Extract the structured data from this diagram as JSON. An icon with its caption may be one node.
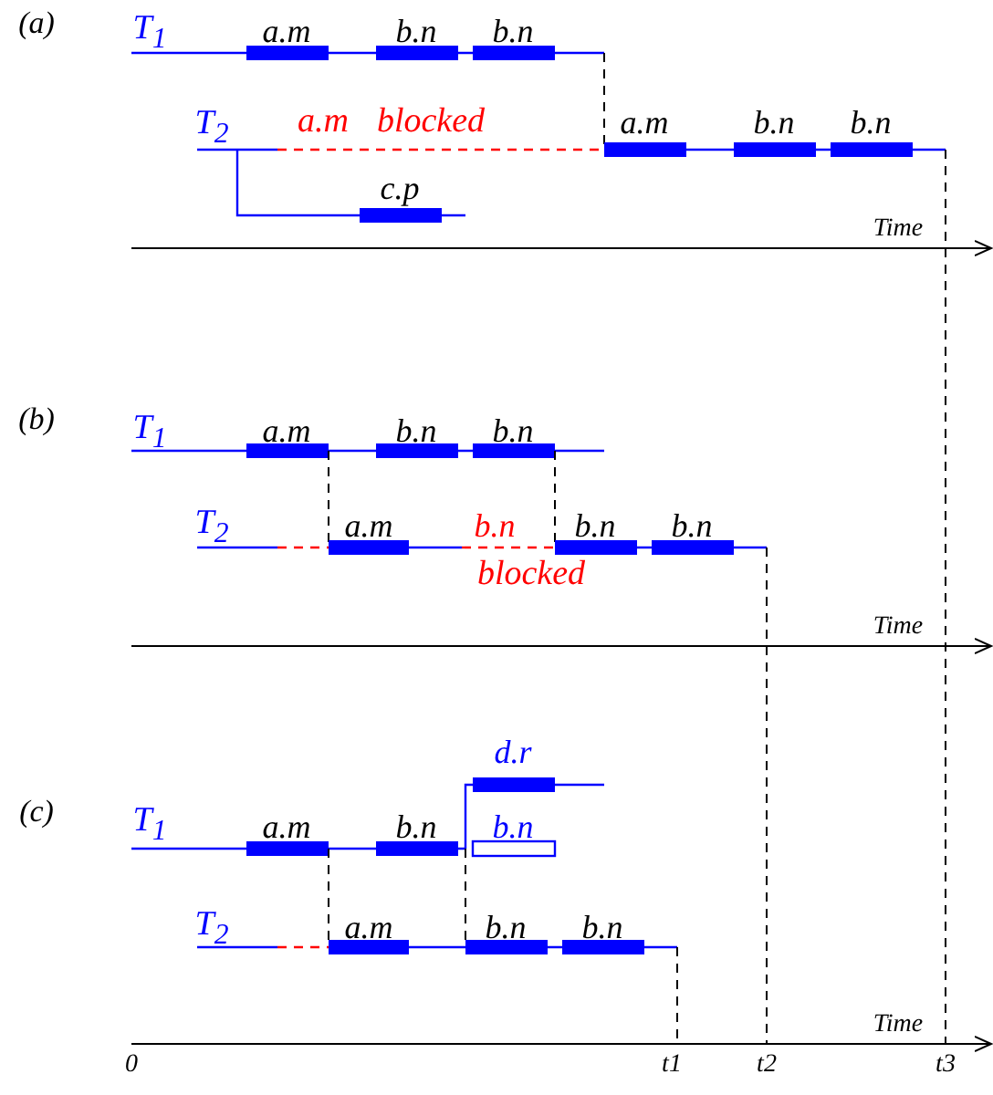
{
  "diagram": {
    "labels": [
      "(a)",
      "T$_{1}$",
      "a.m",
      "b.n",
      "b.n",
      "T$_{2}$",
      "a.m",
      "blocked",
      "a.m",
      "b.n",
      "b.n",
      "c.p",
      "Time",
      "(b)",
      "T$_{1}$",
      "a.m",
      "b.n",
      "b.n",
      "T$_{2}$",
      "a.m",
      "b.n",
      "b.n",
      "b.n",
      "blocked",
      "Time",
      "d.r",
      "(c)",
      "T$_{1}$",
      "a.m",
      "b.n",
      "b.n",
      "T$_{2}$",
      "a.m",
      "b.n",
      "b.n",
      "Time",
      "0",
      "t1",
      "t2",
      "t3"
    ]
  }
}
